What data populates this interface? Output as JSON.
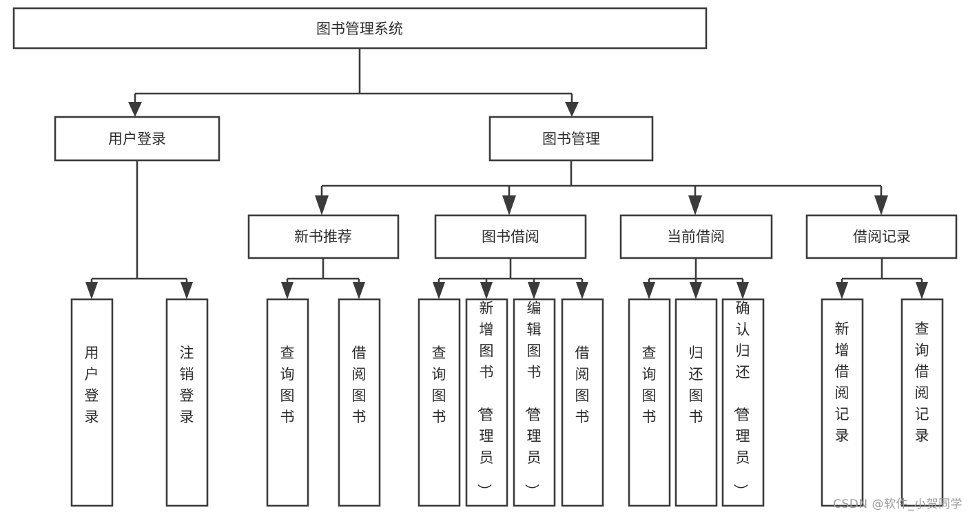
{
  "diagram": {
    "type": "tree",
    "title": "图书管理系统",
    "orientation": "top-down",
    "watermark": "CSDN @软件_小贺同学",
    "colors": {
      "box_stroke": "#3b3b3b",
      "box_fill": "#ffffff",
      "text": "#2b2b2b",
      "background": "#ffffff",
      "watermark": "#9a9a9a"
    },
    "levels": {
      "root": "图书管理系统",
      "level2": [
        "用户登录",
        "图书管理"
      ],
      "level3": [
        "新书推荐",
        "图书借阅",
        "当前借阅",
        "借阅记录"
      ]
    },
    "nodes": {
      "root": {
        "label": "图书管理系统"
      },
      "user_login": {
        "label": "用户登录"
      },
      "book_manage": {
        "label": "图书管理"
      },
      "new_book_rec": {
        "label": "新书推荐"
      },
      "book_borrow": {
        "label": "图书借阅"
      },
      "current_borrow": {
        "label": "当前借阅"
      },
      "borrow_record": {
        "label": "借阅记录"
      },
      "leaf_user_login": {
        "label": "用户登录"
      },
      "leaf_user_logout": {
        "label": "注销登录"
      },
      "leaf_query_book_1": {
        "label": "查询图书"
      },
      "leaf_borrow_book_1": {
        "label": "借阅图书"
      },
      "leaf_query_book_2": {
        "label": "查询图书"
      },
      "leaf_add_book": {
        "label": "新增图书（管理员）"
      },
      "leaf_edit_book": {
        "label": "编辑图书（管理员）"
      },
      "leaf_borrow_book_2": {
        "label": "借阅图书"
      },
      "leaf_query_book_3": {
        "label": "查询图书"
      },
      "leaf_return_book": {
        "label": "归还图书"
      },
      "leaf_confirm_return": {
        "label": "确认归还（管理员）"
      },
      "leaf_add_record": {
        "label": "新增借阅记录"
      },
      "leaf_query_record": {
        "label": "查询借阅记录"
      }
    },
    "edges": [
      {
        "from": "图书管理系统",
        "to": "用户登录"
      },
      {
        "from": "图书管理系统",
        "to": "图书管理"
      },
      {
        "from": "用户登录",
        "to": "用户登录"
      },
      {
        "from": "用户登录",
        "to": "注销登录"
      },
      {
        "from": "图书管理",
        "to": "新书推荐"
      },
      {
        "from": "图书管理",
        "to": "图书借阅"
      },
      {
        "from": "图书管理",
        "to": "当前借阅"
      },
      {
        "from": "图书管理",
        "to": "借阅记录"
      },
      {
        "from": "新书推荐",
        "to": "查询图书"
      },
      {
        "from": "新书推荐",
        "to": "借阅图书"
      },
      {
        "from": "图书借阅",
        "to": "查询图书"
      },
      {
        "from": "图书借阅",
        "to": "新增图书（管理员）"
      },
      {
        "from": "图书借阅",
        "to": "编辑图书（管理员）"
      },
      {
        "from": "图书借阅",
        "to": "借阅图书"
      },
      {
        "from": "当前借阅",
        "to": "查询图书"
      },
      {
        "from": "当前借阅",
        "to": "归还图书"
      },
      {
        "from": "当前借阅",
        "to": "确认归还（管理员）"
      },
      {
        "from": "借阅记录",
        "to": "新增借阅记录"
      },
      {
        "from": "借阅记录",
        "to": "查询借阅记录"
      }
    ]
  }
}
